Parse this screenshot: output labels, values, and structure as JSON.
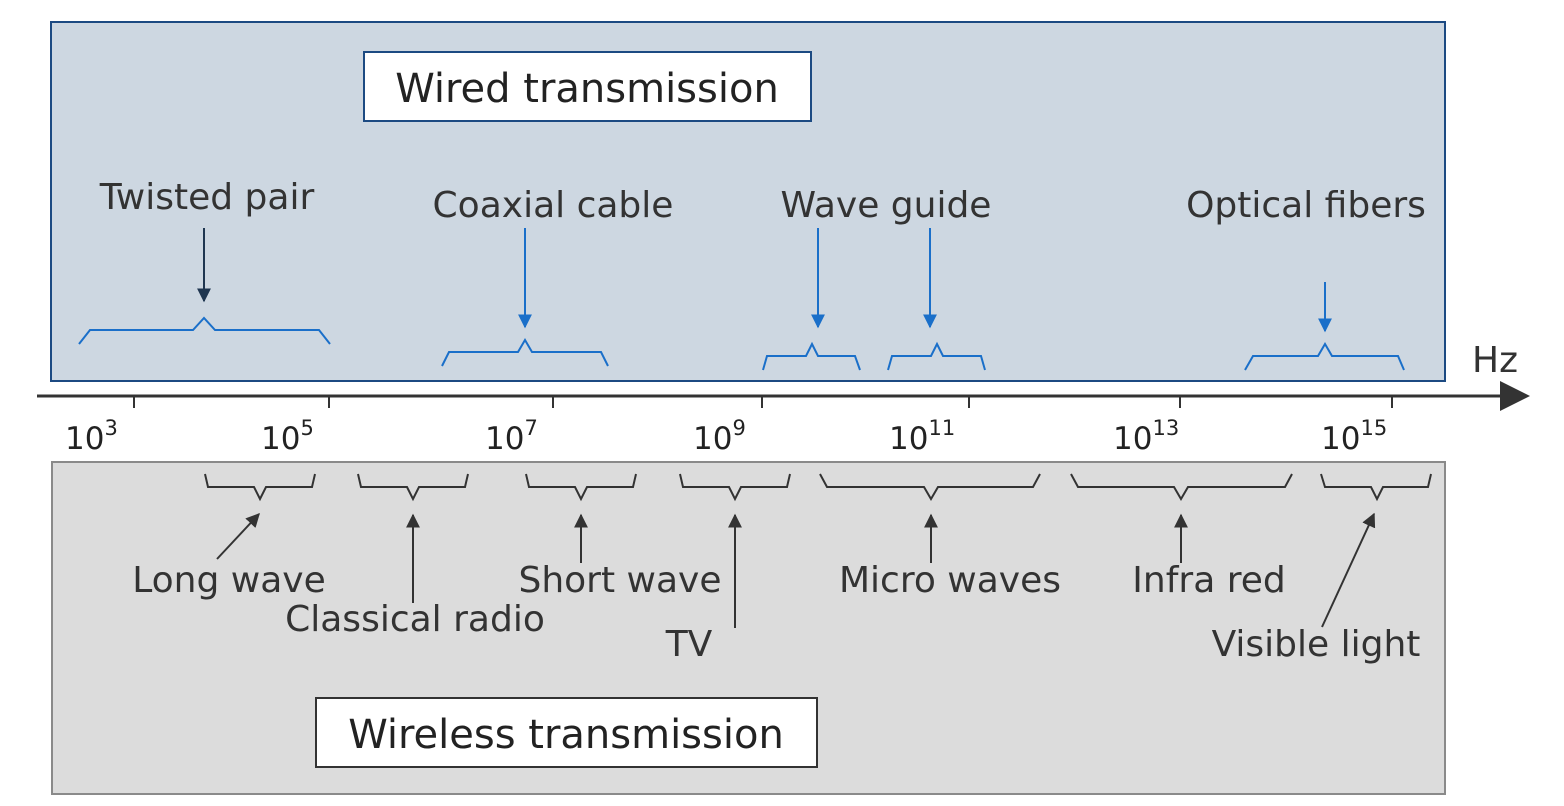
{
  "wired": {
    "title": "Wired transmission",
    "items": [
      {
        "label": "Twisted pair"
      },
      {
        "label": "Coaxial cable"
      },
      {
        "label": "Wave guide"
      },
      {
        "label": "Optical fibers"
      }
    ]
  },
  "axis": {
    "unit": "Hz",
    "ticks": [
      {
        "base": "10",
        "exp": "3"
      },
      {
        "base": "10",
        "exp": "5"
      },
      {
        "base": "10",
        "exp": "7"
      },
      {
        "base": "10",
        "exp": "9"
      },
      {
        "base": "10",
        "exp": "11"
      },
      {
        "base": "10",
        "exp": "13"
      },
      {
        "base": "10",
        "exp": "15"
      }
    ]
  },
  "wireless": {
    "title": "Wireless transmission",
    "items": [
      {
        "label": "Long wave"
      },
      {
        "label": "Classical radio"
      },
      {
        "label": "Short wave"
      },
      {
        "label": "TV"
      },
      {
        "label": "Micro waves"
      },
      {
        "label": "Infra red"
      },
      {
        "label": "Visible light"
      }
    ]
  },
  "colors": {
    "wired_fill": "#cdd7e1",
    "wired_border": "#1c4a82",
    "wireless_fill": "#dcdcdc",
    "wireless_border": "#8a8a8a",
    "blue_accent": "#1a6fc9",
    "axis": "#333333"
  }
}
